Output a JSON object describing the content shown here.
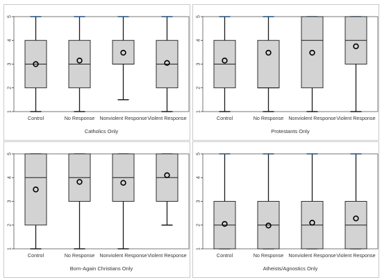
{
  "chart_data": [
    {
      "type": "box",
      "xlabel": "Catholics Only",
      "ylim": [
        1,
        5
      ],
      "yticks": [
        "1",
        "2",
        "3",
        "4",
        "5"
      ],
      "categories": [
        "Control",
        "No Response",
        "Nonviolent Response",
        "Violent Response"
      ],
      "boxes": [
        {
          "min": 1,
          "q1": 2,
          "median": 3,
          "q3": 4,
          "max": 5,
          "mean": 3.0
        },
        {
          "min": 1,
          "q1": 2,
          "median": 3,
          "q3": 4,
          "max": 5,
          "mean": 3.15
        },
        {
          "min": 1.5,
          "q1": 3,
          "median": 3,
          "q3": 4,
          "max": 5,
          "mean": 3.48
        },
        {
          "min": 1,
          "q1": 2,
          "median": 3,
          "q3": 4,
          "max": 5,
          "mean": 3.05
        }
      ]
    },
    {
      "type": "box",
      "xlabel": "Protestants Only",
      "ylim": [
        1,
        5
      ],
      "yticks": [
        "1",
        "2",
        "3",
        "4",
        "5"
      ],
      "categories": [
        "Control",
        "No Response",
        "Nonviolent Response",
        "Violent Response"
      ],
      "boxes": [
        {
          "min": 1,
          "q1": 2,
          "median": 3,
          "q3": 4,
          "max": 5,
          "mean": 3.15
        },
        {
          "min": 1,
          "q1": 2,
          "median": 2,
          "q3": 4,
          "max": 5,
          "mean": 3.48
        },
        {
          "min": 1,
          "q1": 2,
          "median": 4,
          "q3": 5,
          "max": 5,
          "mean": 3.48
        },
        {
          "min": 1,
          "q1": 3,
          "median": 4,
          "q3": 5,
          "max": 5,
          "mean": 3.75
        }
      ]
    },
    {
      "type": "box",
      "xlabel": "Born-Again Christians Only",
      "ylim": [
        1,
        5
      ],
      "yticks": [
        "1",
        "2",
        "3",
        "4",
        "5"
      ],
      "categories": [
        "Control",
        "No Response",
        "Nonviolent Response",
        "Violent Response"
      ],
      "boxes": [
        {
          "min": 1,
          "q1": 2,
          "median": 4,
          "q3": 5,
          "max": 5,
          "mean": 3.5
        },
        {
          "min": 1,
          "q1": 3,
          "median": 4,
          "q3": 5,
          "max": 5,
          "mean": 3.82
        },
        {
          "min": 1,
          "q1": 3,
          "median": 4,
          "q3": 5,
          "max": 5,
          "mean": 3.78
        },
        {
          "min": 2,
          "q1": 3,
          "median": 4,
          "q3": 5,
          "max": 5,
          "mean": 4.1
        }
      ]
    },
    {
      "type": "box",
      "xlabel": "Atheists/Agnostics Only",
      "ylim": [
        1,
        5
      ],
      "yticks": [
        "1",
        "2",
        "3",
        "4",
        "5"
      ],
      "categories": [
        "Control",
        "No Response",
        "Nonviolent Response",
        "Violent Response"
      ],
      "boxes": [
        {
          "min": 1,
          "q1": 1,
          "median": 2,
          "q3": 3,
          "max": 5,
          "mean": 2.05
        },
        {
          "min": 1,
          "q1": 1,
          "median": 2,
          "q3": 3,
          "max": 5,
          "mean": 1.98
        },
        {
          "min": 1,
          "q1": 1,
          "median": 2,
          "q3": 3,
          "max": 5,
          "mean": 2.1
        },
        {
          "min": 1,
          "q1": 1,
          "median": 2,
          "q3": 3,
          "max": 5,
          "mean": 2.28
        }
      ]
    }
  ],
  "colors": {
    "box_fill": "#d3d3d3",
    "box_stroke": "#1a1a1a",
    "cap_line": "#1f4e79",
    "plot_background": "#ffffff",
    "panel_border": "#c8c8c8",
    "text": "#333333"
  }
}
